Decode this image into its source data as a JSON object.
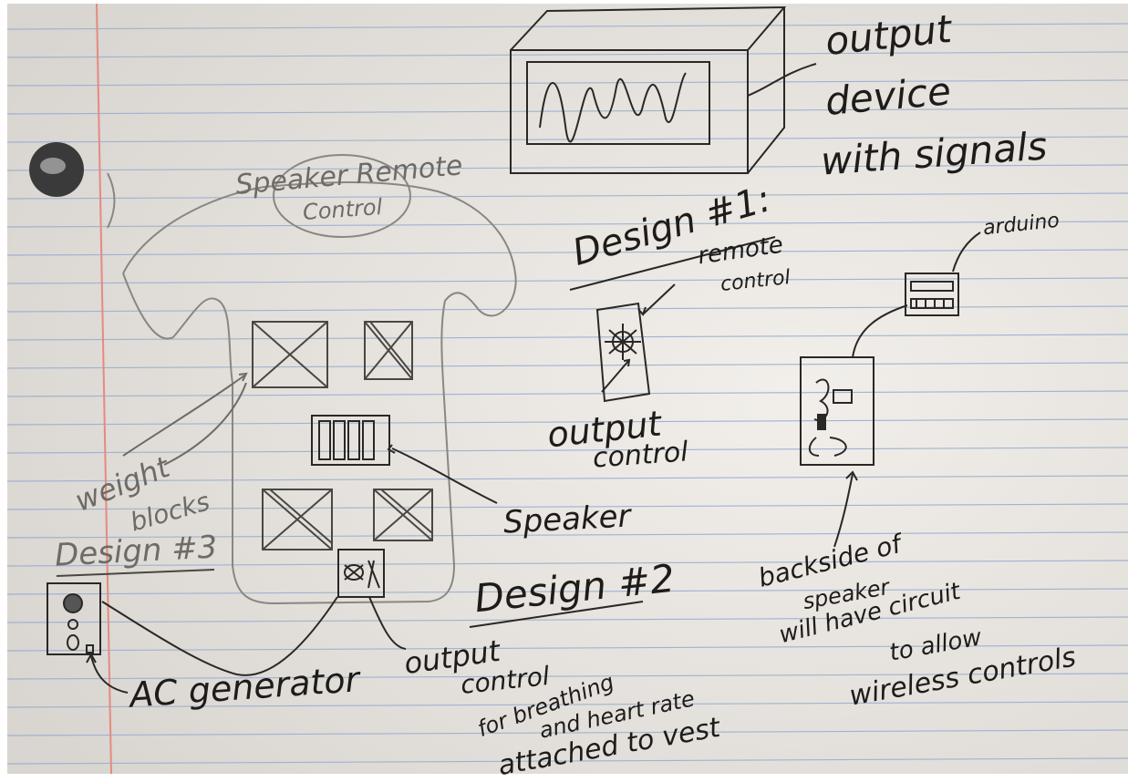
{
  "colors": {
    "paper": "#ece8e3",
    "rule_line": "#9fb3cf",
    "margin_line": "#e58a80",
    "pencil_dark": "#2b2724",
    "pencil_light": "#8a8682"
  },
  "labels": {
    "output_device": "output device with signals",
    "output_device_l1": "output",
    "output_device_l2": "device",
    "output_device_l3": "with signals",
    "design1": "Design #1:",
    "remote_control": "remote control",
    "remote_control_l1": "remote",
    "remote_control_l2": "control",
    "output_control_1_l1": "output",
    "output_control_1_l2": "control",
    "arduino": "arduino",
    "speaker_remote_control_l1": "Speaker Remote",
    "speaker_remote_control_l2": "Control",
    "weight_blocks_l1": "weight",
    "weight_blocks_l2": "blocks",
    "speaker": "Speaker",
    "design3": "Design #3",
    "design2": "Design #2",
    "ac_generator": "AC generator",
    "output_control_2_l1": "output",
    "output_control_2_l2": "control",
    "output_control_2_l3": "for breathing",
    "output_control_2_l4": "and heart rate",
    "output_control_2_l5": "attached to vest",
    "backside_l1": "backside of",
    "backside_l2": "speaker",
    "backside_l3": "will have circuit",
    "backside_l4": "to allow",
    "backside_l5": "wireless controls"
  }
}
